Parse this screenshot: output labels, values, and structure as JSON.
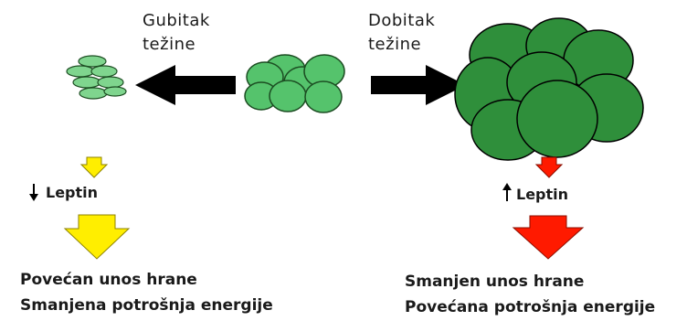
{
  "labels": {
    "weight_loss_line1": "Gubitak",
    "weight_loss_line2": "težine",
    "weight_gain_line1": "Dobitak",
    "weight_gain_line2": "težine",
    "leptin_left": "Leptin",
    "leptin_right": "Leptin",
    "left_effect_line1": "Povećan unos hrane",
    "left_effect_line2": "Smanjena potrošnja energije",
    "right_effect_line1": "Smanjen unos hrane",
    "right_effect_line2": "Povećana potrošnja energije"
  },
  "colors": {
    "cell_fill": "#55c36c",
    "cell_dark_fill": "#2f8f3b",
    "cell_stroke": "#1c4d22",
    "yellow_arrow": "#ffee00",
    "red_arrow": "#ff1a00",
    "black_arrow": "#000000"
  }
}
